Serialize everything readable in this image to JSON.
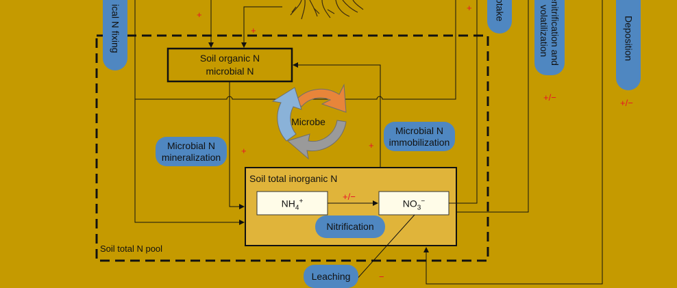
{
  "nodes": {
    "soil_organic_line1": "Soil organic N",
    "soil_organic_line2": "microbial N",
    "microbe": "Microbe",
    "inorganic_title": "Soil total inorganic N",
    "nh4_base": "NH",
    "nh4_sub": "4",
    "nh4_sup": "+",
    "no3_base": "NO",
    "no3_sub": "3",
    "no3_sup": "−",
    "pool_label": "Soil total N pool"
  },
  "processes": {
    "microbial_mineralization_line1": "Microbial N",
    "microbial_mineralization_line2": "mineralization",
    "microbial_immobilization_line1": "Microbial N",
    "microbial_immobilization_line2": "immobilization",
    "nitrification": "Nitrification",
    "leaching": "Leaching",
    "biological_fixing": "ical N fixing",
    "uptake": "ptake",
    "denitrification_line1": "enitrification and",
    "denitrification_line2": "volatilization",
    "deposition": "Deposition"
  },
  "signs": {
    "fixing": "+",
    "uptake_top": "+",
    "organic_top": "+",
    "denitrification": "+/−",
    "deposition": "+/−",
    "mineralization": "+",
    "immobilization": "+",
    "nitrification": "+/−",
    "leaching": "−"
  },
  "colors": {
    "background": "#c59a00",
    "inorganic_box": "#e0b43a",
    "pill": "#4f87c1",
    "arrow_orange": "#e8853a",
    "arrow_blue": "#8ab2d8",
    "arrow_grey": "#9a9a9a",
    "sign": "#e8102a"
  }
}
